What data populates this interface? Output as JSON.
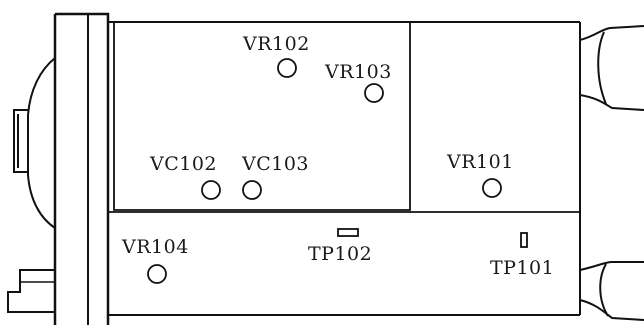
{
  "labels": {
    "vr102": "VR102",
    "vr103": "VR103",
    "vc102": "VC102",
    "vc103": "VC103",
    "vr101": "VR101",
    "vr104": "VR104",
    "tp102": "TP102",
    "tp101": "TP101"
  },
  "colors": {
    "line": "#111111",
    "background": "#ffffff"
  }
}
